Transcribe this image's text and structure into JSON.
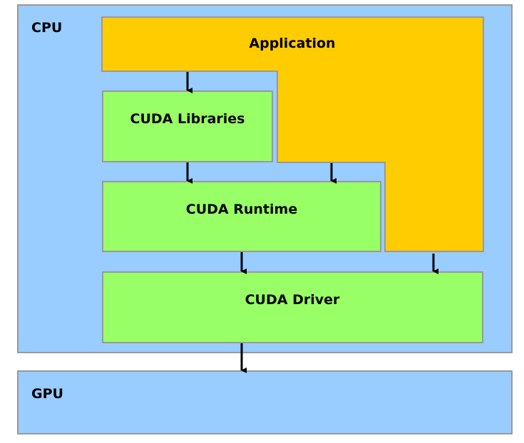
{
  "colors": {
    "host": "#99ccff",
    "application": "#ffcc00",
    "cuda_layer": "#99ff66",
    "border": "#999999",
    "arrow": "#000000"
  },
  "diagram": {
    "cpu": {
      "label": "CPU"
    },
    "gpu": {
      "label": "GPU"
    },
    "application": {
      "label": "Application"
    },
    "cuda_libraries": {
      "label": "CUDA Libraries"
    },
    "cuda_runtime": {
      "label": "CUDA Runtime"
    },
    "cuda_driver": {
      "label": "CUDA Driver"
    },
    "edges": [
      {
        "from": "Application",
        "to": "CUDA Libraries"
      },
      {
        "from": "CUDA Libraries",
        "to": "CUDA Runtime"
      },
      {
        "from": "Application",
        "to": "CUDA Runtime"
      },
      {
        "from": "CUDA Runtime",
        "to": "CUDA Driver"
      },
      {
        "from": "Application",
        "to": "CUDA Driver"
      },
      {
        "from": "CUDA Driver",
        "to": "GPU"
      }
    ]
  }
}
